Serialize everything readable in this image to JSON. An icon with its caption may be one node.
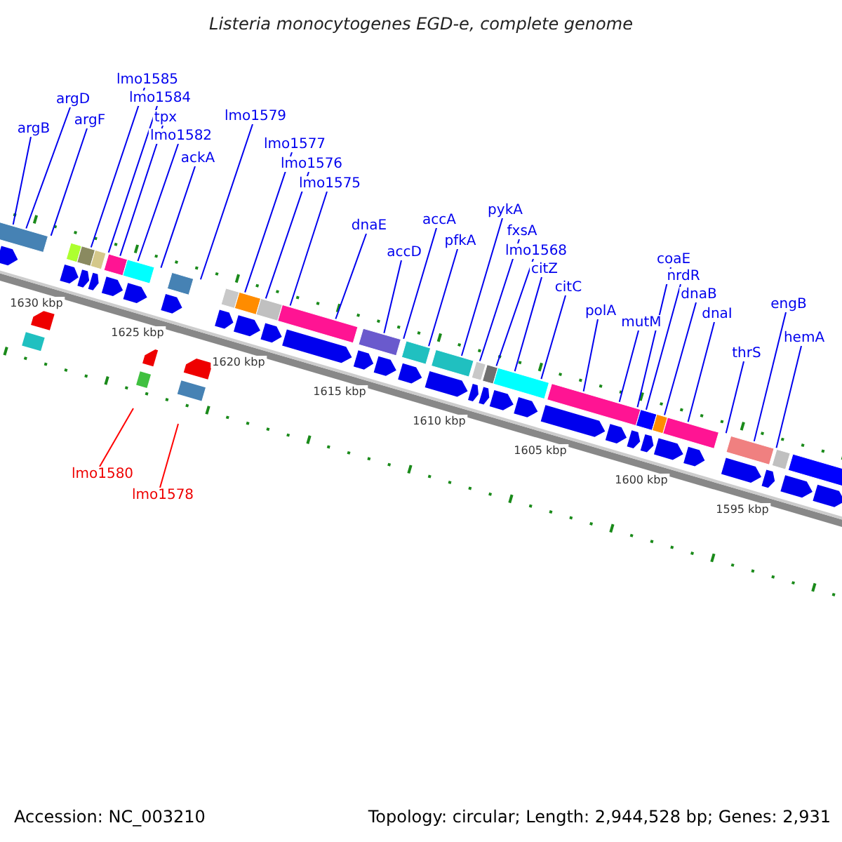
{
  "diagram": {
    "title": "Listeria monocytogenes EGD-e, complete genome",
    "nodes": [
      {
        "text": [
          "argB"
        ]
      },
      {
        "text": [
          "argD"
        ]
      },
      {
        "text": [
          "argF"
        ]
      },
      {
        "text": [
          "lmo1585"
        ]
      },
      {
        "text": [
          "lmo1584"
        ]
      },
      {
        "text": [
          "tpx"
        ]
      },
      {
        "text": [
          "lmo1582"
        ]
      },
      {
        "text": [
          "ackA"
        ]
      },
      {
        "text": [
          "lmo1579"
        ]
      },
      {
        "text": [
          "lmo1577"
        ]
      },
      {
        "text": [
          "lmo1576"
        ]
      },
      {
        "text": [
          "lmo1575"
        ]
      },
      {
        "text": [
          "dnaE"
        ]
      },
      {
        "text": [
          "accD"
        ]
      },
      {
        "text": [
          "accA"
        ]
      },
      {
        "text": [
          "pfkA"
        ]
      },
      {
        "text": [
          "pykA"
        ]
      },
      {
        "text": [
          "fxsA"
        ]
      },
      {
        "text": [
          "lmo1568"
        ]
      },
      {
        "text": [
          "citZ"
        ]
      },
      {
        "text": [
          "citC"
        ]
      },
      {
        "text": [
          "polA"
        ]
      },
      {
        "text": [
          "mutM"
        ]
      },
      {
        "text": [
          "coaE"
        ]
      },
      {
        "text": [
          "nrdR"
        ]
      },
      {
        "text": [
          "dnaB"
        ]
      },
      {
        "text": [
          "dnaI"
        ]
      },
      {
        "text": [
          "thrS"
        ]
      },
      {
        "text": [
          "engB"
        ]
      },
      {
        "text": [
          "hemA"
        ]
      },
      {
        "text": [
          "lmo1580"
        ]
      },
      {
        "text": [
          "lmo1578"
        ]
      }
    ],
    "edges": [
      {
        "from": 0,
        "to": null,
        "arrow": "none"
      },
      {
        "from": 1,
        "to": null,
        "arrow": "none"
      },
      {
        "from": 2,
        "to": null,
        "arrow": "none"
      },
      {
        "from": 3,
        "to": null,
        "arrow": "none"
      },
      {
        "from": 4,
        "to": null,
        "arrow": "none"
      },
      {
        "from": 5,
        "to": null,
        "arrow": "none"
      },
      {
        "from": 6,
        "to": null,
        "arrow": "none"
      },
      {
        "from": 7,
        "to": null,
        "arrow": "none"
      },
      {
        "from": 8,
        "to": null,
        "arrow": "none"
      },
      {
        "from": 9,
        "to": null,
        "arrow": "none"
      },
      {
        "from": 10,
        "to": null,
        "arrow": "none"
      },
      {
        "from": 11,
        "to": null,
        "arrow": "none"
      },
      {
        "from": 12,
        "to": null,
        "arrow": "none"
      },
      {
        "from": 13,
        "to": null,
        "arrow": "none"
      },
      {
        "from": 14,
        "to": null,
        "arrow": "none"
      },
      {
        "from": 15,
        "to": null,
        "arrow": "none"
      },
      {
        "from": 16,
        "to": null,
        "arrow": "none"
      },
      {
        "from": 17,
        "to": null,
        "arrow": "none"
      },
      {
        "from": 18,
        "to": null,
        "arrow": "none"
      },
      {
        "from": 19,
        "to": null,
        "arrow": "none"
      },
      {
        "from": 20,
        "to": null,
        "arrow": "none"
      },
      {
        "from": 21,
        "to": null,
        "arrow": "none"
      },
      {
        "from": 22,
        "to": null,
        "arrow": "none"
      },
      {
        "from": 23,
        "to": null,
        "arrow": "none"
      },
      {
        "from": 24,
        "to": null,
        "arrow": "none"
      },
      {
        "from": 25,
        "to": null,
        "arrow": "none"
      },
      {
        "from": 26,
        "to": null,
        "arrow": "none"
      },
      {
        "from": 27,
        "to": null,
        "arrow": "none"
      },
      {
        "from": 28,
        "to": null,
        "arrow": "none"
      },
      {
        "from": 29,
        "to": null,
        "arrow": "none"
      },
      {
        "from": 30,
        "to": null,
        "arrow": "none",
        "color": "#ff0000"
      },
      {
        "from": 31,
        "to": null,
        "arrow": "none",
        "color": "#ff0000"
      }
    ],
    "labels": [
      "1630 kbp",
      "1625 kbp",
      "1620 kbp",
      "1615 kbp",
      "1610 kbp",
      "1605 kbp",
      "1600 kbp",
      "1595 kbp",
      "Accession: NC_003210",
      "Topology: circular; Length: 2,944,528 bp; Genes: 2,931"
    ]
  }
}
